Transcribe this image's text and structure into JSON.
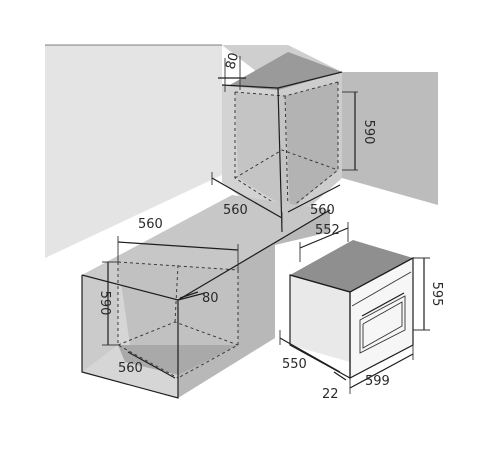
{
  "colors": {
    "background": "#ffffff",
    "cabinet_light": "#e4e4e4",
    "cabinet_mid": "#d3d3d3",
    "cabinet_dark": "#bcbcbc",
    "cavity": "#c2c2c2",
    "oven_top": "#8f8f8f",
    "oven_face": "#f6f6f6",
    "line": "#1e1e1e"
  },
  "dimensions": {
    "tall_vent": "80",
    "tall_height": "590",
    "tall_width": "560",
    "tall_depth": "560",
    "base_width": "560",
    "base_height": "590",
    "base_vent": "80",
    "base_depth": "560",
    "oven_inner_width": "552",
    "oven_height": "595",
    "oven_depth": "550",
    "oven_front_width": "599",
    "oven_frame": "22"
  }
}
